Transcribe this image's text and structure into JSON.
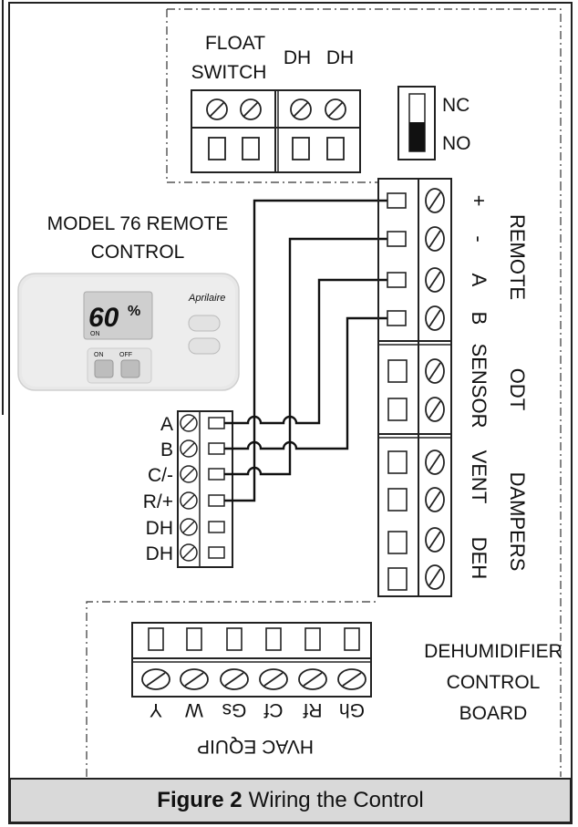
{
  "float_block": {
    "float_switch_line1": "FLOAT",
    "float_switch_line2": "SWITCH",
    "dh1": "DH",
    "dh2": "DH",
    "dip_nc": "NC",
    "dip_no": "NO"
  },
  "remote_control": {
    "title_line1": "MODEL 76 REMOTE",
    "title_line2": "CONTROL",
    "display_value": "60",
    "display_unit": "%",
    "display_on": "ON",
    "brand": "Aprilaire",
    "btn_on": "ON",
    "btn_off": "OFF",
    "terminals": [
      "A",
      "B",
      "C/-",
      "R/+",
      "DH",
      "DH"
    ]
  },
  "remote_block": {
    "terminals": [
      "+",
      "-",
      "A",
      "B"
    ],
    "label": "REMOTE"
  },
  "odt_block": {
    "label_line1": "ODT",
    "label_line2": "SENSOR"
  },
  "dampers_block": {
    "label_line1": "DAMPERS",
    "vent": "VENT",
    "deh": "DEH"
  },
  "board": {
    "line1": "DEHUMIDIFIER",
    "line2": "CONTROL",
    "line3": "BOARD"
  },
  "hvac": {
    "terminals": [
      "Y",
      "W",
      "Gs",
      "Cf",
      "Rf",
      "Gh"
    ],
    "label": "HVAC EQUIP"
  },
  "caption": {
    "bold": "Figure 2",
    "text": "Wiring the Control"
  }
}
